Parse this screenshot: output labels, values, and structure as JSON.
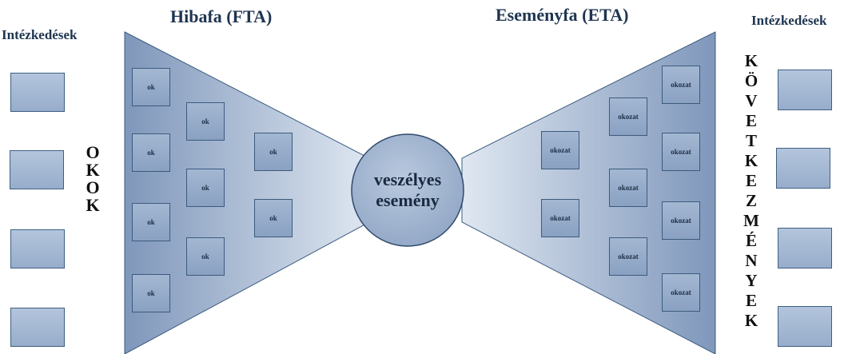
{
  "left_header": "Intézkedések",
  "right_header": "Intézkedések",
  "fault_tree_title": "Hibafa (FTA)",
  "event_tree_title": "Eseményfa (ETA)",
  "causes_label": [
    "O",
    "K",
    "O",
    "K"
  ],
  "consequences_label": [
    "K",
    "Ö",
    "V",
    "E",
    "T",
    "K",
    "E",
    "Z",
    "M",
    "É",
    "N",
    "Y",
    "E",
    "K"
  ],
  "center": {
    "line1": "veszélyes",
    "line2": "esemény"
  },
  "cause_box_label": "ok",
  "effect_box_label": "okozat",
  "colors": {
    "funnel_dark": "#7f97bb",
    "funnel_light": "#dfe7f1",
    "box_fill": "#9fb4d0",
    "box_border": "#3c5b7e",
    "title": "#1f3550"
  }
}
